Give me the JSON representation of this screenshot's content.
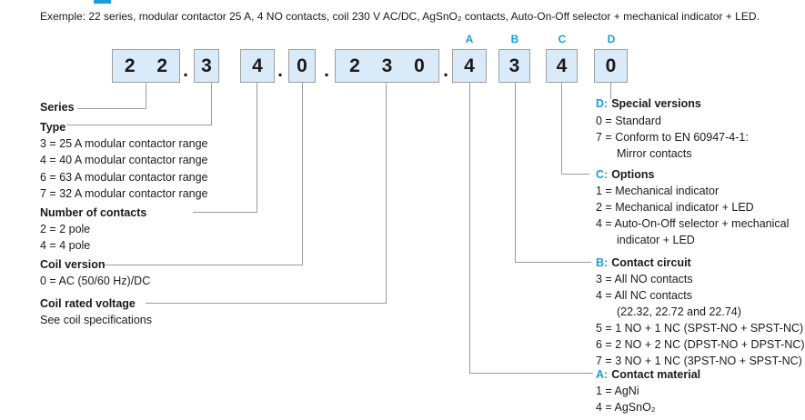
{
  "colors": {
    "accent_blue": "#1b9dd8",
    "box_fill": "#d9eaf8",
    "box_border": "#9e9e9e",
    "leader_line": "#9b9b9b",
    "text": "#1a1a1a"
  },
  "example_line": "Exemple: 22 series, modular contactor 25 A, 4 NO contacts, coil 230 V AC/DC, AgSnO₂ contacts, Auto-On-Off selector + mechanical indicator + LED.",
  "code": {
    "dot": ".",
    "boxes": [
      {
        "text": "2 2"
      },
      {
        "text": "3"
      },
      {
        "text": "4"
      },
      {
        "text": "0"
      },
      {
        "text": "2 3 0"
      },
      {
        "text": "4",
        "letter": "A"
      },
      {
        "text": "3",
        "letter": "B"
      },
      {
        "text": "4",
        "letter": "C"
      },
      {
        "text": "0",
        "letter": "D"
      }
    ]
  },
  "left_sections": [
    {
      "title": "Series"
    },
    {
      "title": "Type",
      "items": [
        "3 = 25 A modular contactor range",
        "4 = 40 A modular contactor range",
        "6 = 63 A modular contactor range",
        "7 = 32 A modular contactor range"
      ]
    },
    {
      "title": "Number of contacts",
      "items": [
        "2 = 2 pole",
        "4 = 4 pole"
      ]
    },
    {
      "title": "Coil version",
      "items": [
        "0 = AC (50/60 Hz)/DC"
      ]
    },
    {
      "title": "Coil rated voltage",
      "items": [
        "See coil specifications"
      ]
    }
  ],
  "right_sections": [
    {
      "prefix": "D:",
      "title": "Special versions",
      "items": [
        "0 = Standard",
        "7 = Conform to EN 60947-4-1:",
        "Mirror contacts"
      ]
    },
    {
      "prefix": "C:",
      "title": "Options",
      "items": [
        "1 = Mechanical indicator",
        "2 = Mechanical indicator + LED",
        "4 = Auto-On-Off selector + mechanical",
        "indicator + LED"
      ]
    },
    {
      "prefix": "B:",
      "title": "Contact circuit",
      "items": [
        "3 = All NO contacts",
        "4 = All NC contacts",
        "(22.32, 22.72 and 22.74)",
        "5 = 1 NO + 1 NC (SPST-NO + SPST-NC)",
        "6 = 2 NO + 2 NC (DPST-NO + DPST-NC)",
        "7 = 3 NO + 1 NC (3PST-NO + SPST-NC)"
      ]
    },
    {
      "prefix": "A:",
      "title": "Contact material",
      "items": [
        "1 = AgNi",
        "4 = AgSnO₂"
      ]
    }
  ]
}
